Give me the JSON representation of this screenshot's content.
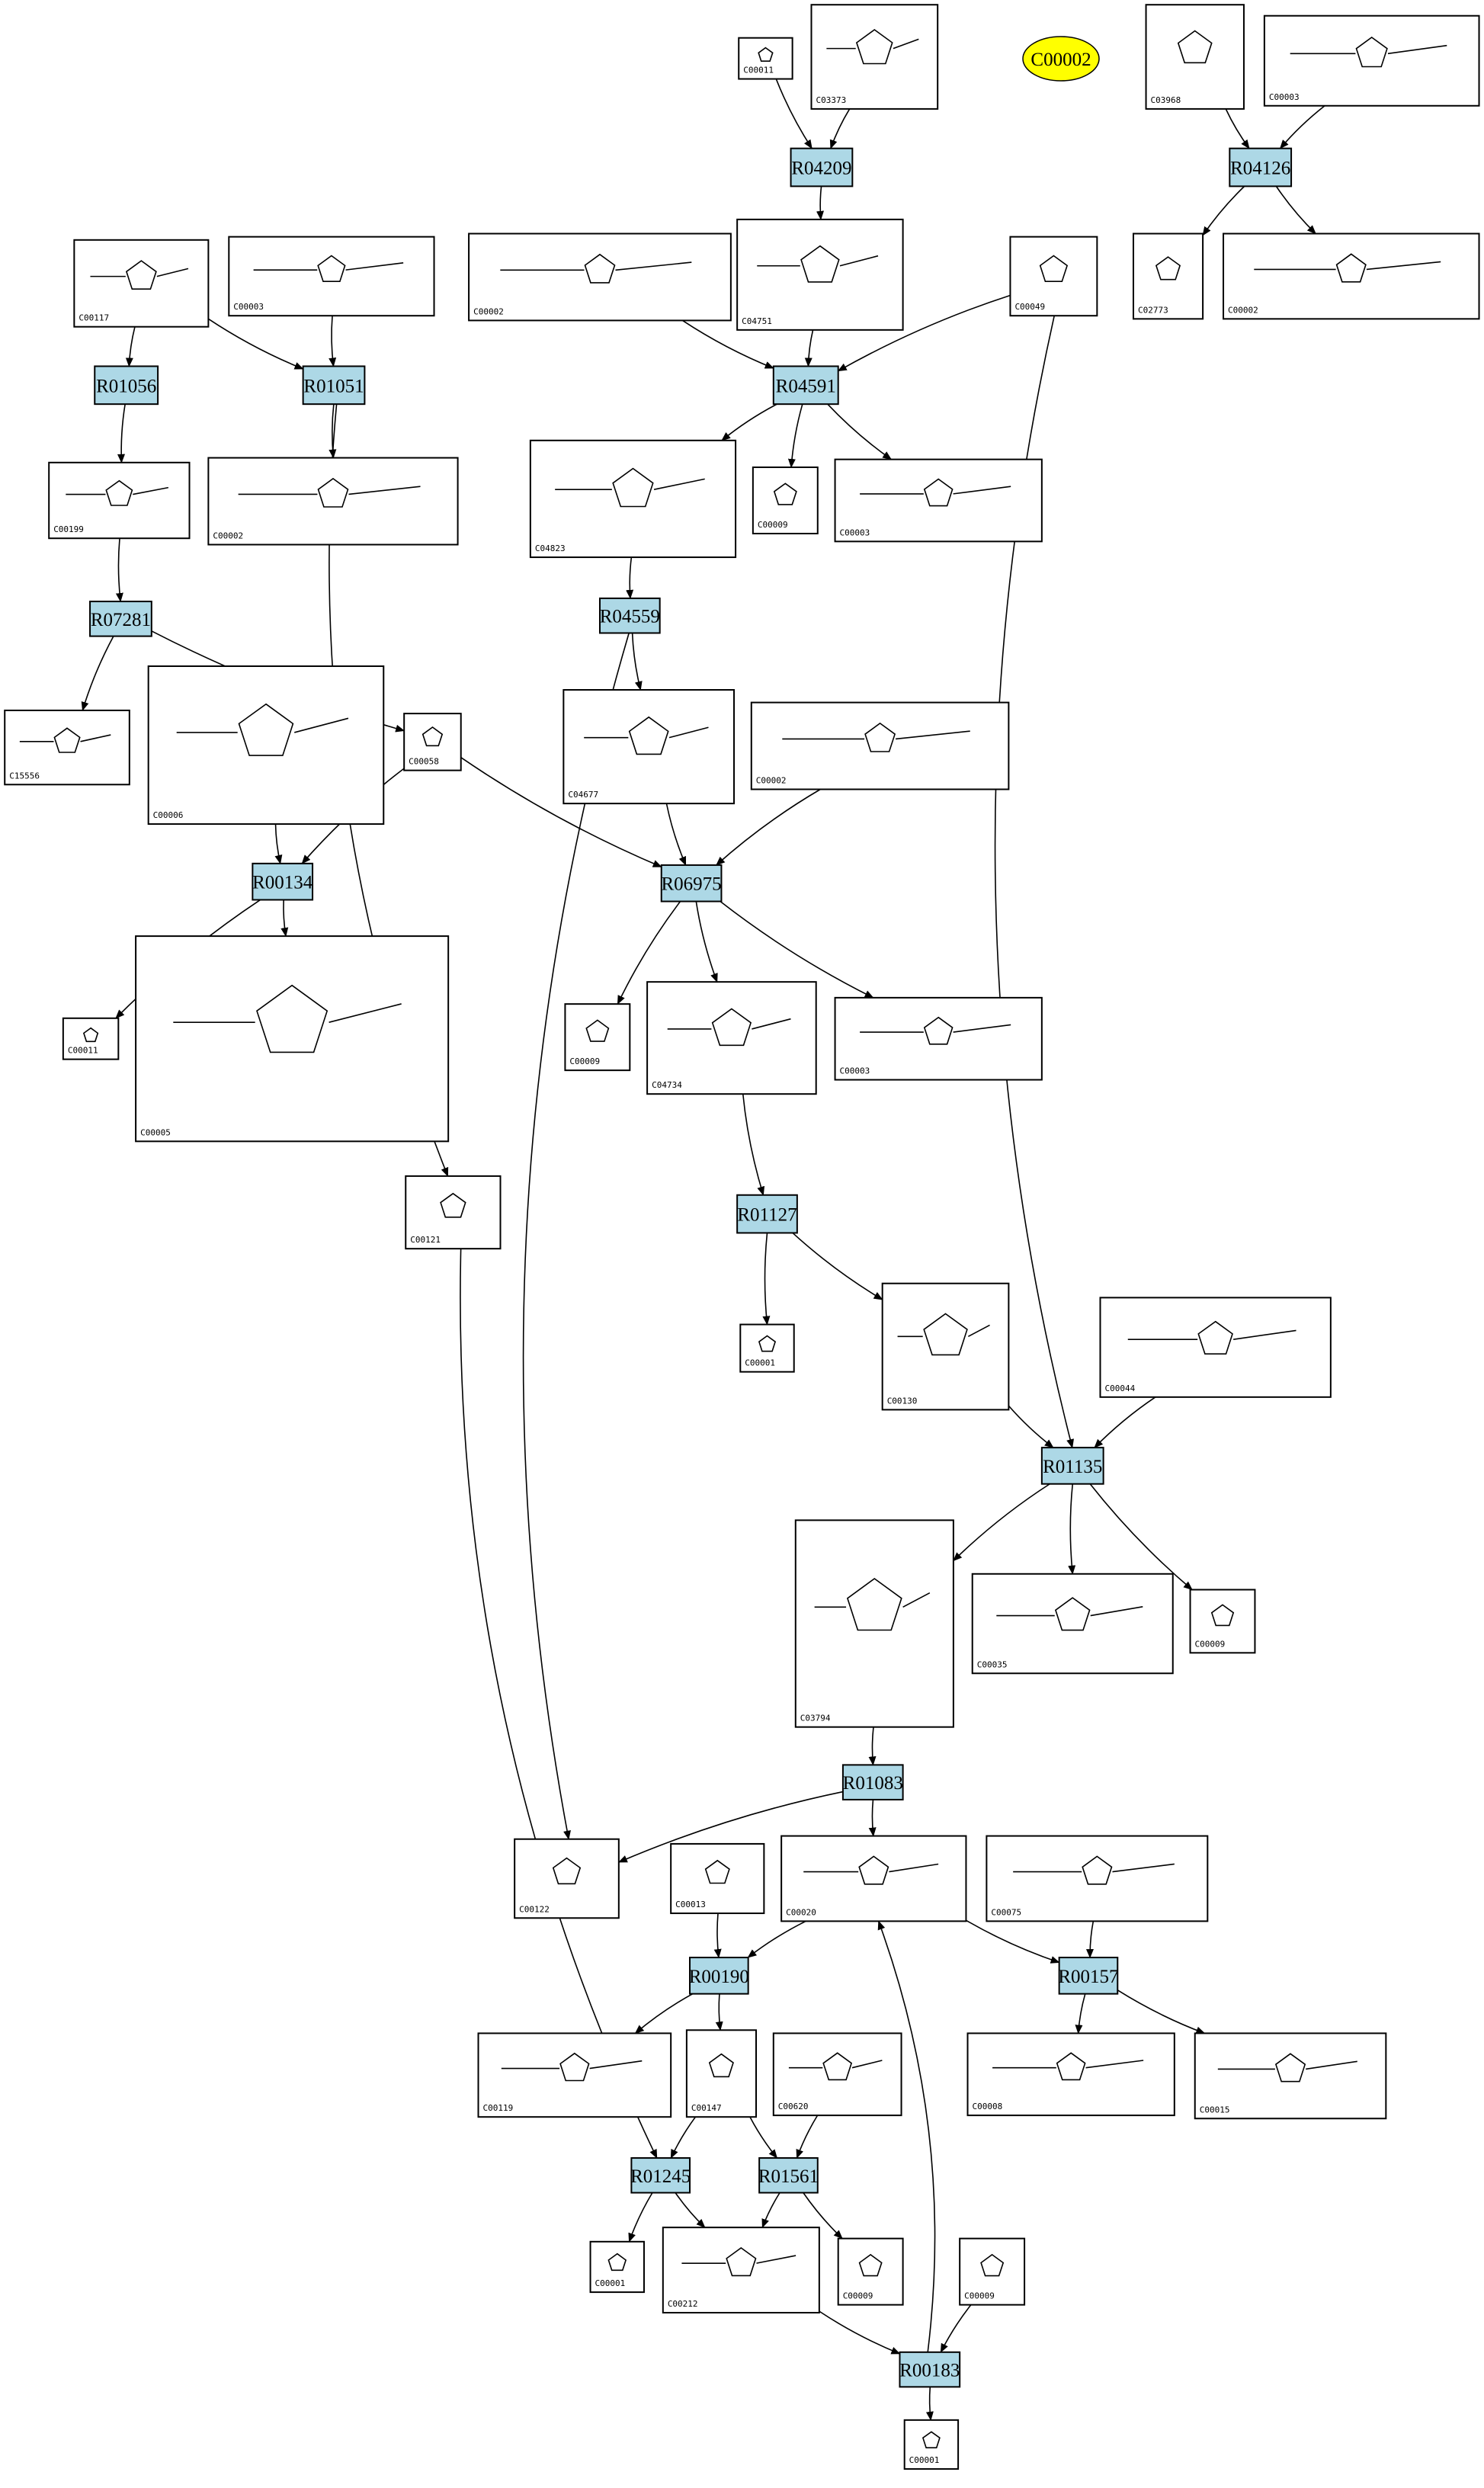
{
  "highlight": {
    "label": "C00002",
    "color": "#ffff00"
  },
  "reaction_color": "#add8e6",
  "nodes": [
    {
      "key": "c_c00011a",
      "type": "compound",
      "label": "C00011"
    },
    {
      "key": "c_c03373",
      "type": "compound",
      "label": "C03373"
    },
    {
      "key": "c_c03968",
      "type": "compound",
      "label": "C03968"
    },
    {
      "key": "c_c00003a",
      "type": "compound",
      "label": "C00003"
    },
    {
      "key": "r_r04209",
      "type": "reaction",
      "label": "R04209"
    },
    {
      "key": "r_r04126",
      "type": "reaction",
      "label": "R04126"
    },
    {
      "key": "c_c00117",
      "type": "compound",
      "label": "C00117"
    },
    {
      "key": "c_c00003b",
      "type": "compound",
      "label": "C00003"
    },
    {
      "key": "c_c00002a",
      "type": "compound",
      "label": "C00002"
    },
    {
      "key": "c_c04751",
      "type": "compound",
      "label": "C04751"
    },
    {
      "key": "c_c00049",
      "type": "compound",
      "label": "C00049"
    },
    {
      "key": "c_c02773",
      "type": "compound",
      "label": "C02773"
    },
    {
      "key": "c_c00002b",
      "type": "compound",
      "label": "C00002"
    },
    {
      "key": "r_r01056",
      "type": "reaction",
      "label": "R01056"
    },
    {
      "key": "r_r01051",
      "type": "reaction",
      "label": "R01051"
    },
    {
      "key": "r_r04591",
      "type": "reaction",
      "label": "R04591"
    },
    {
      "key": "c_c00199",
      "type": "compound",
      "label": "C00199"
    },
    {
      "key": "c_c00002c",
      "type": "compound",
      "label": "C00002"
    },
    {
      "key": "c_c04823",
      "type": "compound",
      "label": "C04823"
    },
    {
      "key": "c_c00009a",
      "type": "compound",
      "label": "C00009"
    },
    {
      "key": "c_c00003c",
      "type": "compound",
      "label": "C00003"
    },
    {
      "key": "r_r07281",
      "type": "reaction",
      "label": "R07281"
    },
    {
      "key": "r_r04559",
      "type": "reaction",
      "label": "R04559"
    },
    {
      "key": "c_c15556",
      "type": "compound",
      "label": "C15556"
    },
    {
      "key": "c_c00006",
      "type": "compound",
      "label": "C00006"
    },
    {
      "key": "c_c00058",
      "type": "compound",
      "label": "C00058"
    },
    {
      "key": "c_c04677",
      "type": "compound",
      "label": "C04677"
    },
    {
      "key": "c_c00002d",
      "type": "compound",
      "label": "C00002"
    },
    {
      "key": "r_r00134",
      "type": "reaction",
      "label": "R00134"
    },
    {
      "key": "r_r06975",
      "type": "reaction",
      "label": "R06975"
    },
    {
      "key": "c_c00011b",
      "type": "compound",
      "label": "C00011"
    },
    {
      "key": "c_c00005",
      "type": "compound",
      "label": "C00005"
    },
    {
      "key": "c_c00009b",
      "type": "compound",
      "label": "C00009"
    },
    {
      "key": "c_c04734",
      "type": "compound",
      "label": "C04734"
    },
    {
      "key": "c_c00003d",
      "type": "compound",
      "label": "C00003"
    },
    {
      "key": "c_c00121",
      "type": "compound",
      "label": "C00121"
    },
    {
      "key": "r_r01127",
      "type": "reaction",
      "label": "R01127"
    },
    {
      "key": "c_c00001a",
      "type": "compound",
      "label": "C00001"
    },
    {
      "key": "c_c00130",
      "type": "compound",
      "label": "C00130"
    },
    {
      "key": "c_c00044",
      "type": "compound",
      "label": "C00044"
    },
    {
      "key": "r_r01135",
      "type": "reaction",
      "label": "R01135"
    },
    {
      "key": "c_c03794",
      "type": "compound",
      "label": "C03794"
    },
    {
      "key": "c_c00035",
      "type": "compound",
      "label": "C00035"
    },
    {
      "key": "c_c00009c",
      "type": "compound",
      "label": "C00009"
    },
    {
      "key": "r_r01083",
      "type": "reaction",
      "label": "R01083"
    },
    {
      "key": "c_c00122",
      "type": "compound",
      "label": "C00122"
    },
    {
      "key": "c_c00013",
      "type": "compound",
      "label": "C00013"
    },
    {
      "key": "c_c00020",
      "type": "compound",
      "label": "C00020"
    },
    {
      "key": "c_c00075",
      "type": "compound",
      "label": "C00075"
    },
    {
      "key": "r_r00190",
      "type": "reaction",
      "label": "R00190"
    },
    {
      "key": "r_r00157",
      "type": "reaction",
      "label": "R00157"
    },
    {
      "key": "c_c00119",
      "type": "compound",
      "label": "C00119"
    },
    {
      "key": "c_c00147",
      "type": "compound",
      "label": "C00147"
    },
    {
      "key": "c_c00620",
      "type": "compound",
      "label": "C00620"
    },
    {
      "key": "c_c00008",
      "type": "compound",
      "label": "C00008"
    },
    {
      "key": "c_c00015",
      "type": "compound",
      "label": "C00015"
    },
    {
      "key": "r_r01245",
      "type": "reaction",
      "label": "R01245"
    },
    {
      "key": "r_r01561",
      "type": "reaction",
      "label": "R01561"
    },
    {
      "key": "c_c00001b",
      "type": "compound",
      "label": "C00001"
    },
    {
      "key": "c_c00212",
      "type": "compound",
      "label": "C00212"
    },
    {
      "key": "c_c00009d",
      "type": "compound",
      "label": "C00009"
    },
    {
      "key": "c_c00009e",
      "type": "compound",
      "label": "C00009"
    },
    {
      "key": "r_r00183",
      "type": "reaction",
      "label": "R00183"
    },
    {
      "key": "c_c00001c",
      "type": "compound",
      "label": "C00001"
    }
  ],
  "edges": [
    [
      "c_c00011a",
      "r_r04209"
    ],
    [
      "c_c03373",
      "r_r04209"
    ],
    [
      "r_r04209",
      "c_c04751"
    ],
    [
      "c_c03968",
      "r_r04126"
    ],
    [
      "c_c00003a",
      "r_r04126"
    ],
    [
      "r_r04126",
      "c_c02773"
    ],
    [
      "r_r04126",
      "c_c00002b"
    ],
    [
      "c_c00117",
      "r_r01056"
    ],
    [
      "c_c00117",
      "r_r01051"
    ],
    [
      "c_c00003b",
      "r_r01051"
    ],
    [
      "r_r01051",
      "c_c00002c"
    ],
    [
      "r_r01051",
      "c_c00121"
    ],
    [
      "r_r01056",
      "c_c00199"
    ],
    [
      "c_c00199",
      "r_r07281"
    ],
    [
      "c_c00002a",
      "r_r04591"
    ],
    [
      "c_c04751",
      "r_r04591"
    ],
    [
      "c_c00049",
      "r_r04591"
    ],
    [
      "c_c00049",
      "r_r01135"
    ],
    [
      "r_r04591",
      "c_c04823"
    ],
    [
      "r_r04591",
      "c_c00009a"
    ],
    [
      "r_r04591",
      "c_c00003c"
    ],
    [
      "c_c04823",
      "r_r04559"
    ],
    [
      "r_r04559",
      "c_c04677"
    ],
    [
      "r_r04559",
      "c_c00122"
    ],
    [
      "r_r07281",
      "c_c15556"
    ],
    [
      "r_r07281",
      "c_c00058"
    ],
    [
      "c_c00058",
      "r_r00134"
    ],
    [
      "c_c00058",
      "r_r06975"
    ],
    [
      "c_c00006",
      "r_r00134"
    ],
    [
      "r_r00134",
      "c_c00011b"
    ],
    [
      "r_r00134",
      "c_c00005"
    ],
    [
      "c_c04677",
      "r_r06975"
    ],
    [
      "c_c00002d",
      "r_r06975"
    ],
    [
      "r_r06975",
      "c_c00009b"
    ],
    [
      "r_r06975",
      "c_c04734"
    ],
    [
      "r_r06975",
      "c_c00003d"
    ],
    [
      "c_c04734",
      "r_r01127"
    ],
    [
      "r_r01127",
      "c_c00001a"
    ],
    [
      "r_r01127",
      "c_c00130"
    ],
    [
      "c_c00130",
      "r_r01135"
    ],
    [
      "c_c00044",
      "r_r01135"
    ],
    [
      "r_r01135",
      "c_c03794"
    ],
    [
      "r_r01135",
      "c_c00035"
    ],
    [
      "r_r01135",
      "c_c00009c"
    ],
    [
      "c_c03794",
      "r_r01083"
    ],
    [
      "r_r01083",
      "c_c00122"
    ],
    [
      "r_r01083",
      "c_c00020"
    ],
    [
      "c_c00013",
      "r_r00190"
    ],
    [
      "c_c00020",
      "r_r00190"
    ],
    [
      "c_c00020",
      "r_r00157"
    ],
    [
      "c_c00075",
      "r_r00157"
    ],
    [
      "r_r00190",
      "c_c00119"
    ],
    [
      "r_r00190",
      "c_c00147"
    ],
    [
      "r_r00157",
      "c_c00008"
    ],
    [
      "r_r00157",
      "c_c00015"
    ],
    [
      "c_c00147",
      "r_r01245"
    ],
    [
      "c_c00147",
      "r_r01561"
    ],
    [
      "c_c00620",
      "r_r01561"
    ],
    [
      "c_c00121",
      "r_r01245"
    ],
    [
      "r_r01245",
      "c_c00001b"
    ],
    [
      "r_r01245",
      "c_c00212"
    ],
    [
      "r_r01561",
      "c_c00212"
    ],
    [
      "r_r01561",
      "c_c00009d"
    ],
    [
      "c_c00212",
      "r_r00183"
    ],
    [
      "c_c00009e",
      "r_r00183"
    ],
    [
      "r_r00183",
      "c_c00020"
    ],
    [
      "r_r00183",
      "c_c00001c"
    ]
  ]
}
